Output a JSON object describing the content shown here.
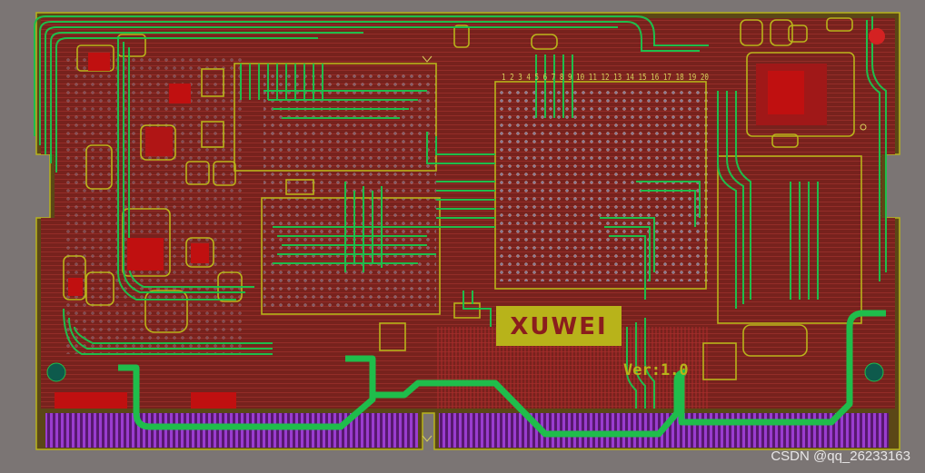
{
  "board": {
    "logo_text": "XUWEI",
    "version_text": "Ver:1.0",
    "pin_header_labels": "1 2 3 4 5 6 7 8 9 10 11 12 13 14 15 16 17 18 19 20",
    "colors": {
      "background": "#7b7574",
      "pcb_board": "#5f4a16",
      "copper_pour": "#8a1d1d",
      "silk_yellow": "#b8b31a",
      "trace_green": "#1fbd4b",
      "gold_finger": "#7d2aa6",
      "hole_teal": "#0e5a4c"
    }
  },
  "watermark": "CSDN @qq_26233163"
}
